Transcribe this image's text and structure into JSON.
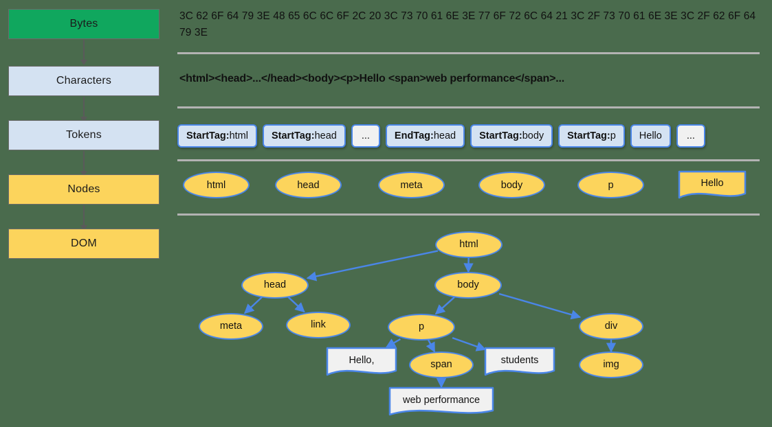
{
  "background_color": "#4a6b4d",
  "accent_blue": "#4a86e8",
  "node_yellow": "#fcd45c",
  "chip_blue": "#d4e2f2",
  "green": "#10a75e",
  "pipeline": {
    "stages": [
      {
        "label": "Bytes",
        "color": "#10a75e"
      },
      {
        "label": "Characters",
        "color": "#d4e2f2"
      },
      {
        "label": "Tokens",
        "color": "#d4e2f2"
      },
      {
        "label": "Nodes",
        "color": "#fcd45c"
      },
      {
        "label": "DOM",
        "color": "#fcd45c"
      }
    ]
  },
  "bytes": {
    "text": "3C 62 6F 64 79 3E 48 65 6C 6C 6F 2C 20 3C 73 70 61 6E 3E 77 6F 72 6C 64 21 3C 2F 73 70 61 6E 3E 3C 2F 62 6F 64 79 3E"
  },
  "characters": {
    "text": "<html><head>...</head><body><p>Hello <span>web performance</span>..."
  },
  "tokens": {
    "chips": [
      {
        "prefix": "StartTag:",
        "value": " html",
        "style": "tag"
      },
      {
        "prefix": "StartTag:",
        "value": " head",
        "style": "tag"
      },
      {
        "prefix": "",
        "value": "...",
        "style": "plain"
      },
      {
        "prefix": "EndTag:",
        "value": " head",
        "style": "tag"
      },
      {
        "prefix": "StartTag:",
        "value": " body",
        "style": "tag"
      },
      {
        "prefix": "StartTag:",
        "value": " p",
        "style": "tag"
      },
      {
        "prefix": "",
        "value": "Hello",
        "style": "tag"
      },
      {
        "prefix": "",
        "value": "...",
        "style": "plain"
      }
    ]
  },
  "nodes": {
    "items": [
      {
        "label": "html",
        "shape": "ellipse"
      },
      {
        "label": "head",
        "shape": "ellipse"
      },
      {
        "label": "meta",
        "shape": "ellipse"
      },
      {
        "label": "body",
        "shape": "ellipse"
      },
      {
        "label": "p",
        "shape": "ellipse"
      },
      {
        "label": "Hello",
        "shape": "document"
      }
    ]
  },
  "dom_tree": {
    "nodes": [
      {
        "id": "html",
        "label": "html",
        "shape": "ellipse"
      },
      {
        "id": "head",
        "label": "head",
        "shape": "ellipse"
      },
      {
        "id": "body",
        "label": "body",
        "shape": "ellipse"
      },
      {
        "id": "meta",
        "label": "meta",
        "shape": "ellipse"
      },
      {
        "id": "link",
        "label": "link",
        "shape": "ellipse"
      },
      {
        "id": "p",
        "label": "p",
        "shape": "ellipse"
      },
      {
        "id": "div",
        "label": "div",
        "shape": "ellipse"
      },
      {
        "id": "hello",
        "label": "Hello,",
        "shape": "document"
      },
      {
        "id": "span",
        "label": "span",
        "shape": "ellipse"
      },
      {
        "id": "students",
        "label": "students",
        "shape": "document"
      },
      {
        "id": "img",
        "label": "img",
        "shape": "ellipse"
      },
      {
        "id": "webperf",
        "label": "web performance",
        "shape": "document"
      }
    ],
    "edges": [
      {
        "from": "html",
        "to": "head"
      },
      {
        "from": "html",
        "to": "body"
      },
      {
        "from": "head",
        "to": "meta"
      },
      {
        "from": "head",
        "to": "link"
      },
      {
        "from": "body",
        "to": "p"
      },
      {
        "from": "body",
        "to": "div"
      },
      {
        "from": "p",
        "to": "hello"
      },
      {
        "from": "p",
        "to": "span"
      },
      {
        "from": "p",
        "to": "students"
      },
      {
        "from": "div",
        "to": "img"
      },
      {
        "from": "span",
        "to": "webperf"
      }
    ]
  }
}
